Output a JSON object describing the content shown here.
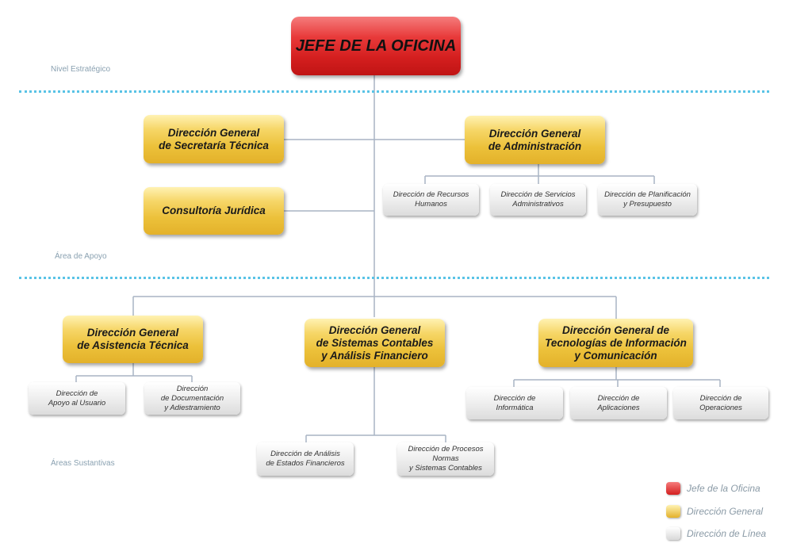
{
  "levels": {
    "strategic": "Nivel Estratégico",
    "support": "Área de Apoyo",
    "substantive": "Áreas Sustantivas"
  },
  "chief": "JEFE DE LA OFICINA",
  "support": {
    "secretaria": "Dirección General\nde Secretaría Técnica",
    "consultoria": "Consultoría Jurídica",
    "administracion": "Dirección General\nde Administración",
    "admin_units": [
      "Dirección de Recursos\nHumanos",
      "Dirección de Servicios\nAdministrativos",
      "Dirección de Planificación\ny Presupuesto"
    ]
  },
  "substantive": {
    "asistencia": "Dirección General\nde Asistencia Técnica",
    "asistencia_units": [
      "Dirección de\nApoyo al Usuario",
      "Dirección\nde Documentación\ny Adiestramiento"
    ],
    "sistemas": "Dirección General\nde Sistemas Contables\ny Análisis Financiero",
    "sistemas_units": [
      "Dirección de Análisis\nde Estados Financieros",
      "Dirección de Procesos\nNormas\ny Sistemas Contables"
    ],
    "tecnologias": "Dirección General de\nTecnologías de Información\ny Comunicación",
    "tecnologias_units": [
      "Dirección de\nInformática",
      "Dirección de\nAplicaciones",
      "Dirección de\nOperaciones"
    ]
  },
  "legend": {
    "chief": "Jefe de la Oficina",
    "general": "Dirección General",
    "line": "Dirección de Línea"
  },
  "colors": {
    "chief": "#d41f1f",
    "general": "#ecc13a",
    "line": "#e6e6e6",
    "connector": "#a8b4c4",
    "separator": "#59c3e6"
  }
}
